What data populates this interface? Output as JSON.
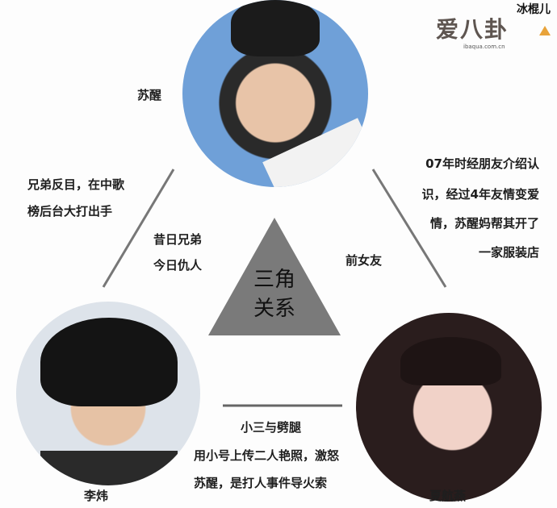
{
  "center": {
    "line1": "三角",
    "line2": "关系"
  },
  "people": {
    "top": {
      "name": "苏醒"
    },
    "left": {
      "name": "李炜"
    },
    "right": {
      "name": "夏航燕"
    }
  },
  "relations": {
    "left_outer": [
      "兄弟反目，在中歌",
      "榜后台大打出手"
    ],
    "left_inner": [
      "昔日兄弟",
      "今日仇人"
    ],
    "right_outer": [
      "07年时经朋友介绍认",
      "识，经过4年友情变爱",
      "情，苏醒妈帮其开了",
      "一家服装店"
    ],
    "right_inner": "前女友",
    "bottom_title": "小三与劈腿",
    "bottom_text": [
      "用小号上传二人艳照，激怒",
      "苏醒，是打人事件导火索"
    ]
  },
  "watermark": {
    "brand": "爱八卦",
    "tag": "冰棍儿",
    "url": "ibaqua.com.cn"
  },
  "colors": {
    "line": "#777777",
    "triangle": "#7a7a7a"
  }
}
